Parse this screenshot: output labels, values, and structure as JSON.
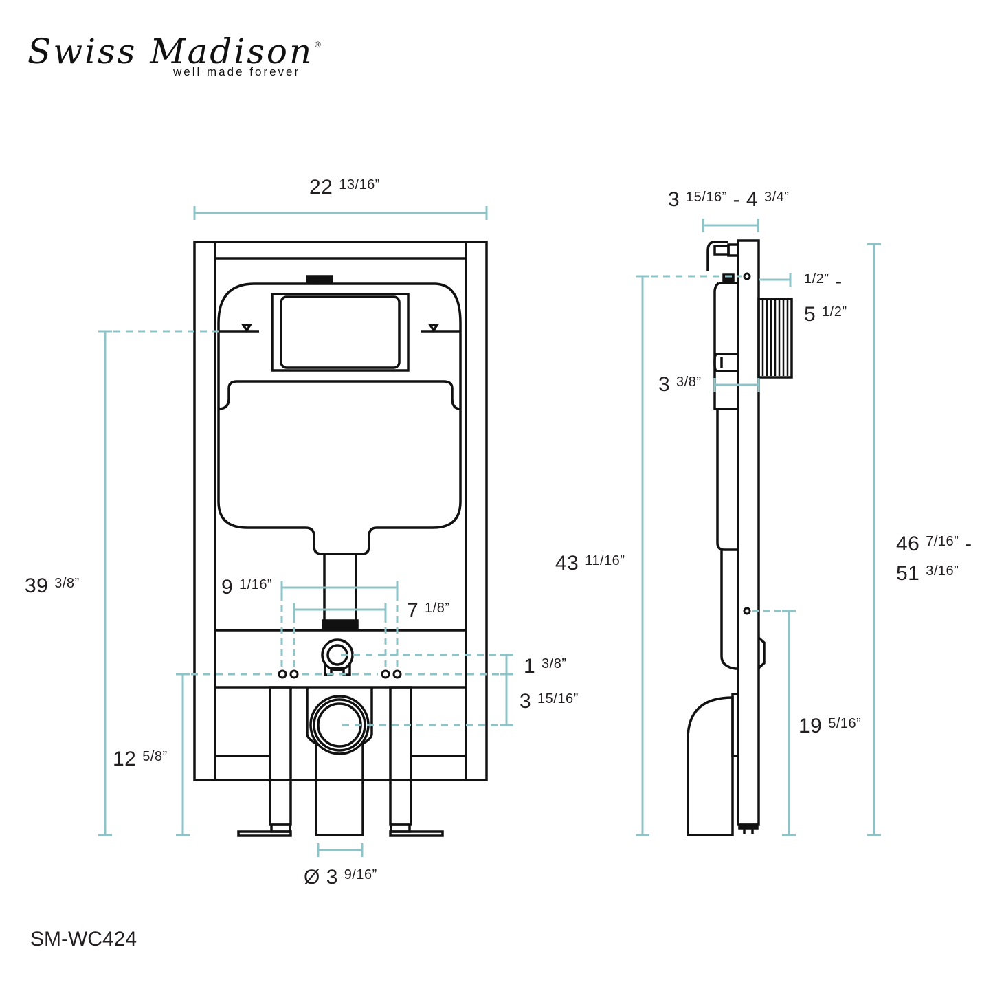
{
  "brand": {
    "name": "Swiss Madison",
    "registered_mark": "®",
    "tagline": "well made forever"
  },
  "product": {
    "model": "SM-WC424"
  },
  "colors": {
    "dimension_line": "#8cc4c8",
    "outline": "#111111",
    "text": "#231f20"
  },
  "front_view": {
    "dimensions": {
      "overall_width": {
        "whole": "22",
        "fraction": "13/16”"
      },
      "flush_height": {
        "whole": "39",
        "fraction": "3/8”"
      },
      "bolt_height": {
        "whole": "12",
        "fraction": "5/8”"
      },
      "outer_bolt_spacing": {
        "whole": "9",
        "fraction": "1/16”"
      },
      "inner_bolt_spacing": {
        "whole": "7",
        "fraction": "1/8”"
      },
      "supply_offset": {
        "whole": "1",
        "fraction": "3/8”"
      },
      "drain_offset": {
        "whole": "3",
        "fraction": "15/16”"
      },
      "drain_diameter": {
        "prefix": "Ø",
        "whole": "3",
        "fraction": "9/16”"
      }
    }
  },
  "side_view": {
    "dimensions": {
      "frame_depth": {
        "whole": "3",
        "fraction": "15/16”",
        "separator": " - ",
        "whole2": "4",
        "fraction2": "3/4”"
      },
      "wall_finish_range_line1": {
        "fraction": "1/2”",
        "suffix": " -"
      },
      "wall_finish_range_line2": {
        "whole": "5",
        "fraction": "1/2”"
      },
      "tank_depth": {
        "whole": "3",
        "fraction": "3/8”"
      },
      "total_height_line1": {
        "whole": "46",
        "fraction": "7/16”",
        "suffix": " -"
      },
      "total_height_line2": {
        "whole": "51",
        "fraction": "3/16”"
      },
      "actuator_height": {
        "whole": "43",
        "fraction": "11/16”"
      },
      "bolt_height": {
        "whole": "19",
        "fraction": "5/16”"
      }
    }
  }
}
